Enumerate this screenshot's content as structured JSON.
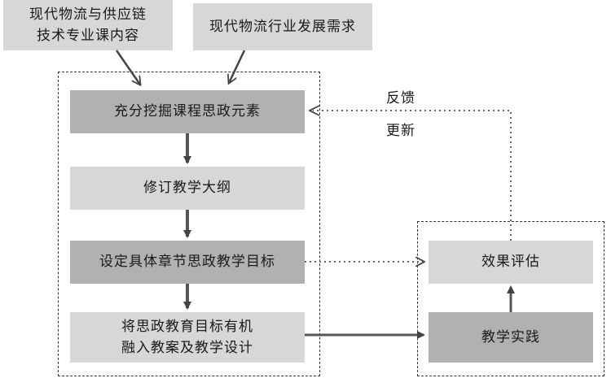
{
  "inputs": {
    "curriculum": {
      "line1": "现代物流与供应链",
      "line2": "技术专业课内容"
    },
    "industry": "现代物流行业发展需求"
  },
  "left_flow": {
    "step1": "充分挖掘课程思政元素",
    "step2": "修订教学大纲",
    "step3": "设定具体章节思政教学目标",
    "step4": {
      "line1": "将思政教育目标有机",
      "line2": "融入教案及教学设计"
    }
  },
  "right_flow": {
    "evaluate": "效果评估",
    "practice": "教学实践"
  },
  "feedback": {
    "line1": "反馈",
    "line2": "更新"
  }
}
